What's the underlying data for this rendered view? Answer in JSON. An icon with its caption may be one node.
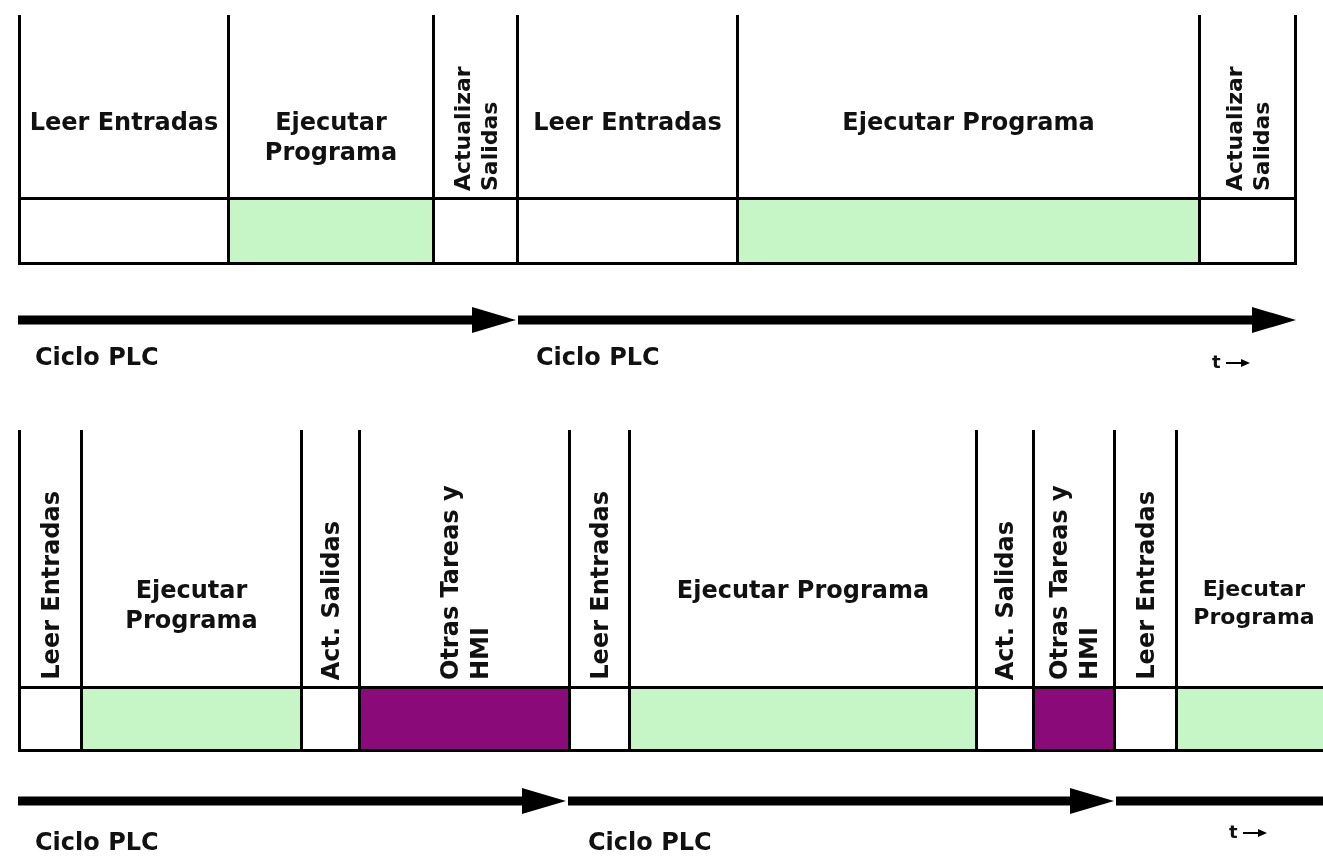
{
  "diagram": {
    "nodes": [
      {
        "text": [
          "Leer Entradas"
        ]
      },
      {
        "text": [
          "Ejecutar Programa"
        ]
      },
      {
        "text": [
          "Actualizar Salidas"
        ]
      },
      {
        "text": [
          "Leer Entradas"
        ]
      },
      {
        "text": [
          "Ejecutar Programa"
        ]
      },
      {
        "text": [
          "Actualizar Salidas"
        ]
      },
      {
        "text": [
          "Leer Entradas"
        ]
      },
      {
        "text": [
          "Ejecutar Programa"
        ]
      },
      {
        "text": [
          "Act. Salidas"
        ]
      },
      {
        "text": [
          "Otras Tareas y HMI"
        ]
      },
      {
        "text": [
          "Leer Entradas"
        ]
      },
      {
        "text": [
          "Ejecutar Programa"
        ]
      },
      {
        "text": [
          "Act. Salidas"
        ]
      },
      {
        "text": [
          "Otras Tareas y HMI"
        ]
      },
      {
        "text": [
          "Leer Entradas"
        ]
      },
      {
        "text": [
          "Ejecutar Programa"
        ]
      }
    ],
    "labels": [
      "Ciclo PLC",
      "Ciclo PLC",
      "t",
      "Ciclo PLC",
      "Ciclo PLC",
      "t"
    ]
  }
}
